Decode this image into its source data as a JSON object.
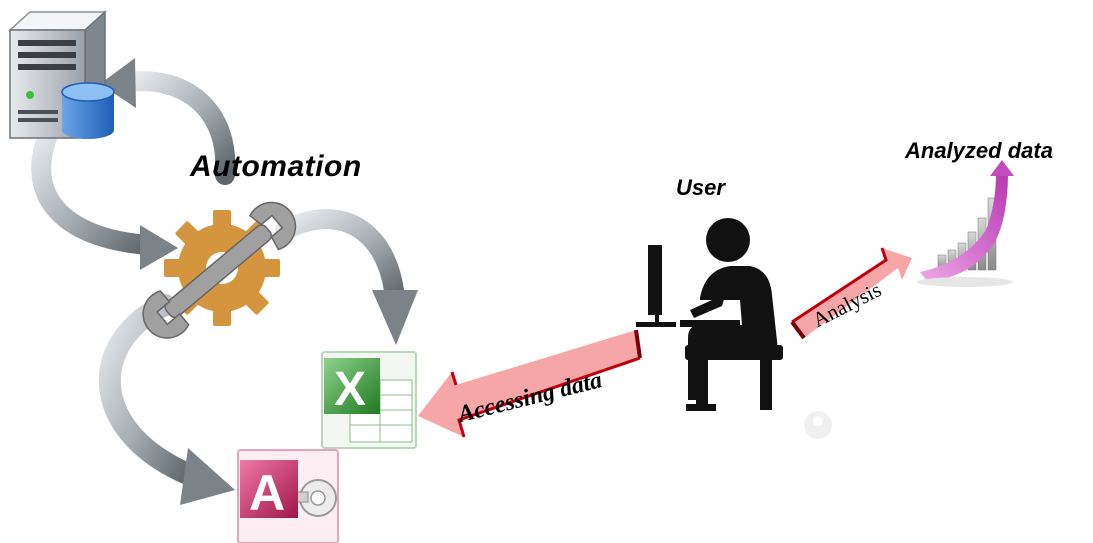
{
  "labels": {
    "automation": "Automation",
    "user": "User",
    "analyzed_data": "Analyzed data",
    "accessing_data": "Accessing data",
    "analysis": "Analysis"
  },
  "icons": {
    "server": "server-database-icon",
    "automation": "gear-wrench-icon",
    "excel": "excel-icon",
    "access": "access-icon",
    "user": "user-at-computer-icon",
    "growth_chart": "growth-chart-icon"
  },
  "colors": {
    "gear": "#D4953E",
    "wrench": "#9A9A9A",
    "excel_green": "#2E8B2E",
    "access_magenta": "#C2185B",
    "flow_arrow": "#F7A6A8",
    "flow_arrow_edge": "#C0000A",
    "curved_arrow": "#9CA3A9",
    "growth_pink": "#D65FCB"
  }
}
